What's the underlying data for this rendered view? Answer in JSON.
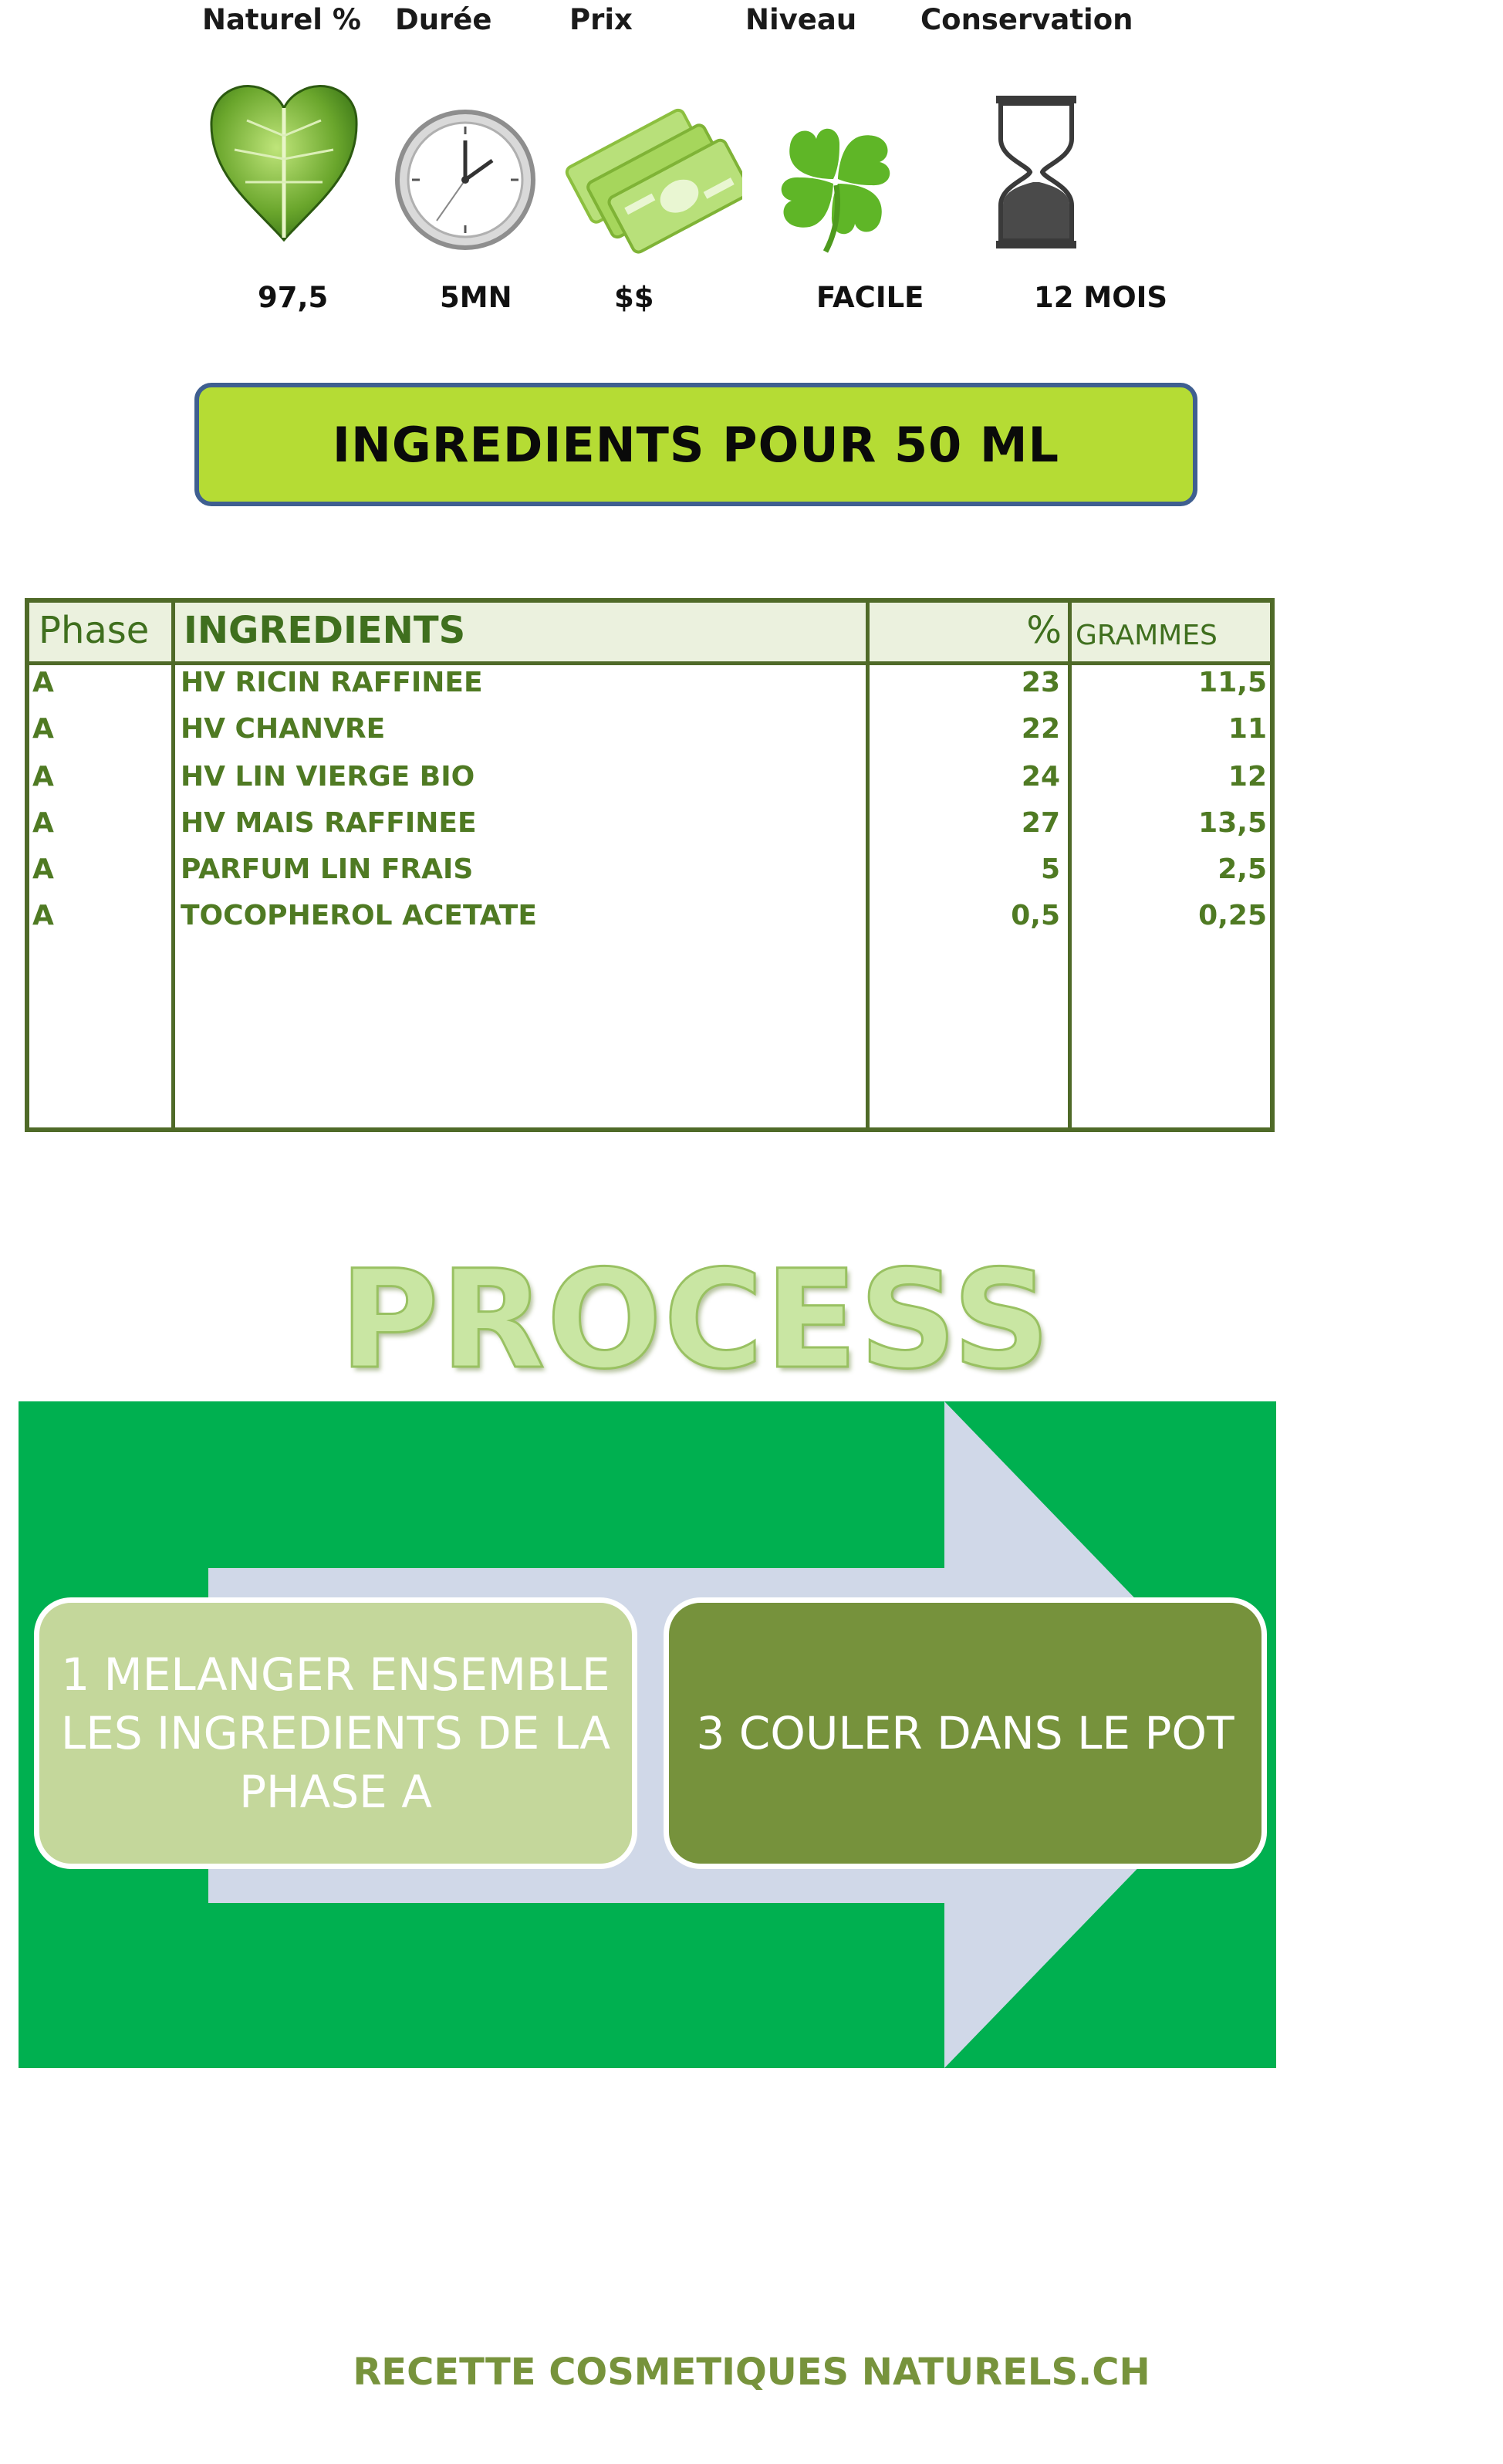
{
  "stats": [
    {
      "label": "Naturel %",
      "value": "97,5",
      "icon": "leaf-icon"
    },
    {
      "label": "Durée",
      "value": "5MN",
      "icon": "clock-icon"
    },
    {
      "label": "Prix",
      "value": "$$",
      "icon": "money-icon"
    },
    {
      "label": "Niveau",
      "value": "FACILE",
      "icon": "clover-icon"
    },
    {
      "label": "Conservation",
      "value": "12 MOIS",
      "icon": "hourglass-icon"
    }
  ],
  "title": "INGREDIENTS POUR 50 ML",
  "table": {
    "headers": {
      "phase": "Phase",
      "ingredients": "INGREDIENTS",
      "percent": "%",
      "grams": "GRAMMES"
    },
    "rows": [
      {
        "phase": "A",
        "name": "HV RICIN RAFFINEE",
        "percent": "23",
        "grams": "11,5"
      },
      {
        "phase": "A",
        "name": "HV CHANVRE",
        "percent": "22",
        "grams": "11"
      },
      {
        "phase": "A",
        "name": "HV LIN VIERGE BIO",
        "percent": "24",
        "grams": "12"
      },
      {
        "phase": "A",
        "name": "HV MAIS RAFFINEE",
        "percent": "27",
        "grams": "13,5"
      },
      {
        "phase": "A",
        "name": "PARFUM LIN FRAIS",
        "percent": "5",
        "grams": "2,5"
      },
      {
        "phase": "A",
        "name": "TOCOPHEROL ACETATE",
        "percent": "0,5",
        "grams": "0,25"
      }
    ]
  },
  "process": {
    "title": "PROCESS",
    "steps": [
      "1 MELANGER ENSEMBLE LES INGREDIENTS DE LA PHASE A",
      "3 COULER DANS LE POT"
    ]
  },
  "footer": "RECETTE COSMETIQUES NATURELS.CH",
  "colors": {
    "accent": "#b5dc34",
    "panel": "#00b050",
    "text_green": "#4f7a23",
    "border": "#4f6a28"
  }
}
